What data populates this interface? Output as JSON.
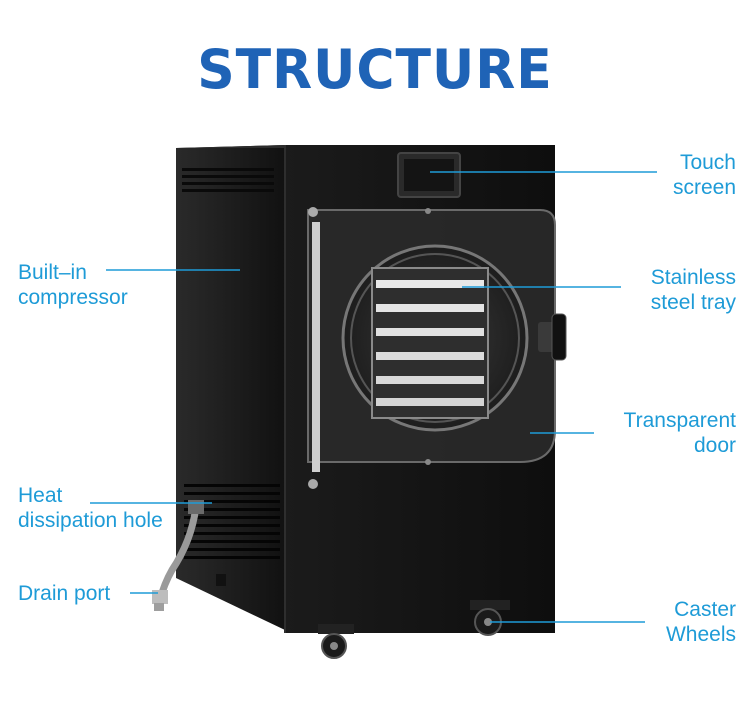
{
  "title": "STRUCTURE",
  "colors": {
    "title": "#1f63b6",
    "label": "#1e9bd7",
    "leader_line": "#1e9bd7",
    "cabinet": "#1a1a1a"
  },
  "labels": {
    "touch_screen": [
      "Touch",
      "screen"
    ],
    "built_in_compressor": [
      "Built–in",
      "compressor"
    ],
    "stainless_steel_tray": [
      "Stainless",
      "steel tray"
    ],
    "transparent_door": [
      "Transparent",
      "door"
    ],
    "heat_dissipation_hole": [
      "Heat",
      "dissipation hole"
    ],
    "drain_port": [
      "Drain port"
    ],
    "caster_wheels": [
      "Caster",
      "Wheels"
    ]
  }
}
